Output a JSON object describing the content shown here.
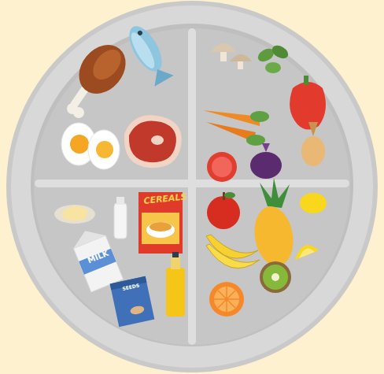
{
  "diagram": {
    "labels": [
      "CEREALS",
      "MILK",
      "SEEDS"
    ]
  }
}
